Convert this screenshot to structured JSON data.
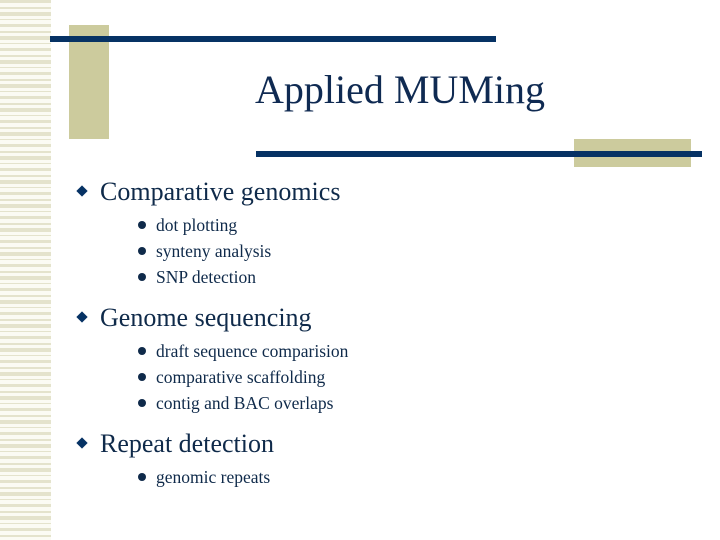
{
  "slide": {
    "title": "Applied MUMing",
    "colors": {
      "rule": "#063264",
      "accent": "#cccb9d",
      "stripe": "#e4e3cc",
      "text": "#0f2a4a"
    },
    "sections": [
      {
        "heading": "Comparative genomics",
        "items": [
          "dot plotting",
          "synteny analysis",
          "SNP detection"
        ]
      },
      {
        "heading": "Genome sequencing",
        "items": [
          "draft sequence comparision",
          "comparative scaffolding",
          "contig and BAC overlaps"
        ]
      },
      {
        "heading": "Repeat detection",
        "items": [
          "genomic repeats"
        ]
      }
    ]
  }
}
